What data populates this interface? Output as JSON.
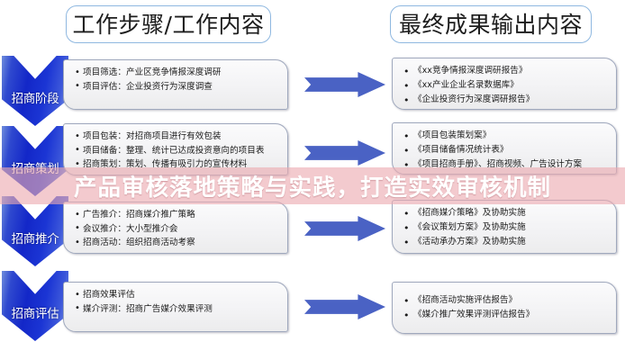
{
  "headers": {
    "left": "工作步骤/工作内容",
    "right": "最终成果输出内容"
  },
  "overlay": {
    "text": "产品审核落地策略与实践，打造实效审核机制",
    "band_color": "#ECAAB0",
    "text_color": "#FFFFFF"
  },
  "colors": {
    "chevron_blue": "#1327C8",
    "arrow_blue": "#4A62C4",
    "header_border": "#8FB8E0",
    "card_border": "#9FA8BD"
  },
  "rows": [
    {
      "stage": "招商阶段",
      "steps": [
        "项目筛选：产业区竞争情报深度调研",
        "项目评估：企业投资行为深度调查"
      ],
      "outputs": [
        "《xx竞争情报深度调研报告》",
        "《xx产业企业名录数据库》",
        "《企业投资行为深度调研报告》"
      ]
    },
    {
      "stage": "招商策划",
      "steps": [
        "项目包装：对招商项目进行有效包装",
        "项目储备：整理、统计已达成投资意向的项目表",
        "招商策划：策划、传播有吸引力的宣传材料"
      ],
      "outputs": [
        "《项目包装策划案》",
        "《项目储备情况统计表》",
        "《项目招商手册》、招商视频、广告设计方案"
      ]
    },
    {
      "stage": "招商推介",
      "steps": [
        "广告推介：招商媒介推广策略",
        "会议推介：大小型推介会",
        "招商活动：组织招商活动考察"
      ],
      "outputs": [
        "《招商媒介策略》及协助实施",
        "《会议策划方案》及协助实施",
        "《活动承办方案》及协助实施"
      ]
    },
    {
      "stage": "招商评估",
      "steps": [
        "招商效果评估",
        "媒介评测：招商广告媒介效果评测"
      ],
      "outputs": [
        "《招商活动实施评估报告》",
        "《媒介推广效果评测评估报告》"
      ]
    }
  ]
}
